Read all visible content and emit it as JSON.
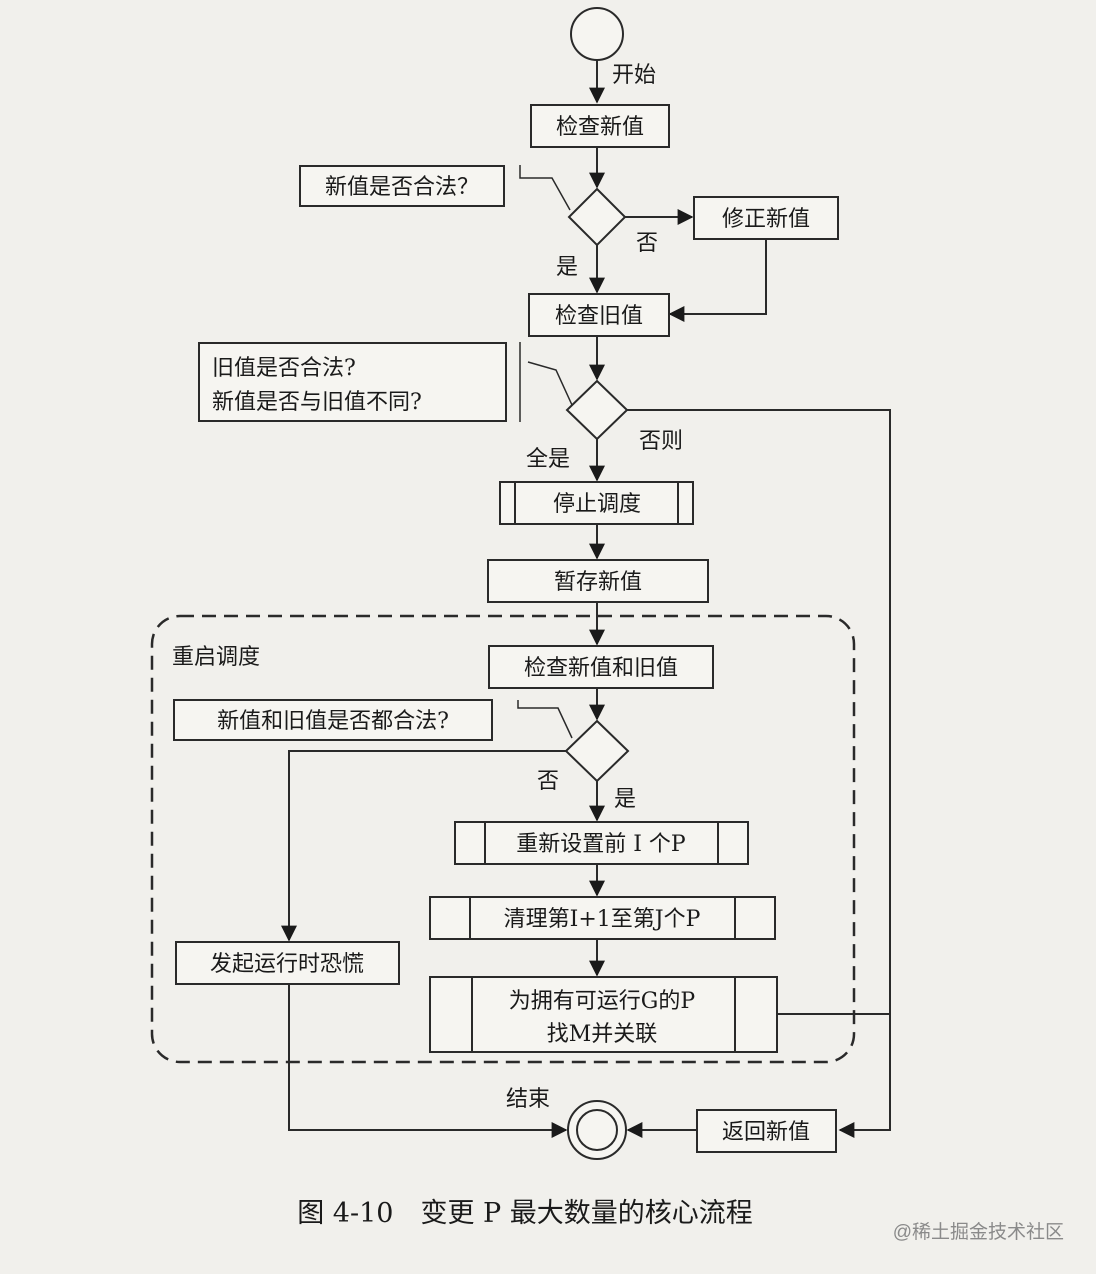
{
  "nodes": {
    "start_label": "开始",
    "check_new": "检查新值",
    "new_valid_q": "新值是否合法？",
    "fix_new": "修正新值",
    "no_1": "否",
    "yes_1": "是",
    "check_old": "检查旧值",
    "old_valid_q1": "旧值是否合法?",
    "old_valid_q2": "新值是否与旧值不同?",
    "all_yes": "全是",
    "otherwise": "否则",
    "stop_sched": "停止调度",
    "save_new": "暂存新值",
    "restart_group": "重启调度",
    "check_both": "检查新值和旧值",
    "both_valid_q": "新值和旧值是否都合法?",
    "no_2": "否",
    "yes_2": "是",
    "reset_p": "重新设置前 I 个P",
    "clean_p": "清理第I+1至第J个P",
    "find_m_1": "为拥有可运行G的P",
    "find_m_2": "找M并关联",
    "panic": "发起运行时恐慌",
    "end_label": "结束",
    "return_new": "返回新值"
  },
  "caption": "图 4-10　变更 P 最大数量的核心流程",
  "watermark": "@稀土掘金技术社区"
}
